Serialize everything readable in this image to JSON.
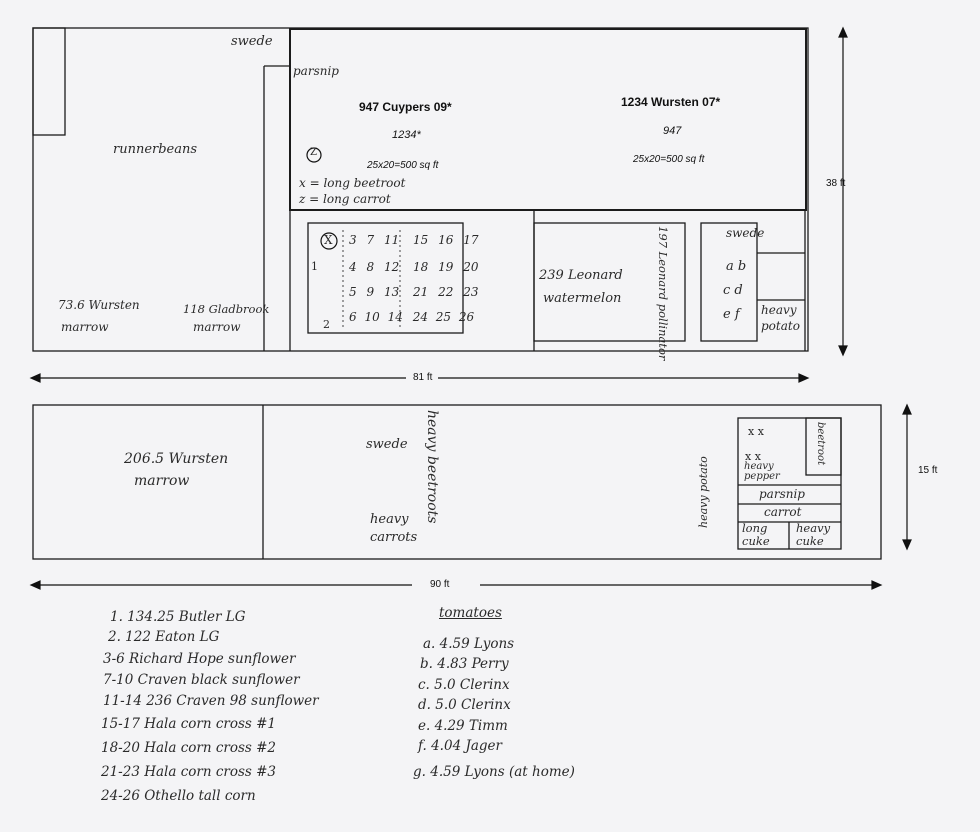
{
  "top_plot": {
    "swede_top": "swede",
    "parsnip": "parsnip",
    "runnerbeans": "runnerbeans",
    "marrow_left_1": "73.6 Wursten",
    "marrow_left_2": "marrow",
    "marrow_right_1": "118 Gladbrook",
    "marrow_right_2": "marrow",
    "plot_a_title": "947 Cuypers 09*",
    "plot_a_sub": "1234*",
    "plot_a_size": "25x20=500 sq ft",
    "plot_b_title": "1234 Wursten 07*",
    "plot_b_sub": "947",
    "plot_b_size": "25x20=500 sq ft",
    "z_mark": "Z",
    "x_key": "x = long beetroot",
    "z_key": "z = long carrot",
    "grid_x": "X",
    "grid_row1": [
      "3",
      "7",
      "11",
      "15",
      "16",
      "17"
    ],
    "grid_row2": [
      "4",
      "8",
      "12",
      "18",
      "19",
      "20"
    ],
    "grid_row3": [
      "5",
      "9",
      "13",
      "21",
      "22",
      "23"
    ],
    "grid_row4": [
      "6",
      "10",
      "14",
      "24",
      "25",
      "26"
    ],
    "grid_side_1": "1",
    "grid_side_2": "2",
    "watermelon_1": "239 Leonard",
    "watermelon_2": "watermelon",
    "pollinator": "197 Leonard pollinator",
    "swede_box": "swede",
    "tom_ab": "a  b",
    "tom_cd": "c  d",
    "tom_ef": "e  f",
    "heavy_potato_1": "heavy",
    "heavy_potato_2": "potato",
    "dim_height": "38 ft",
    "dim_width": "81 ft"
  },
  "bottom_plot": {
    "marrow_1": "206.5 Wursten",
    "marrow_2": "marrow",
    "swede": "swede",
    "heavy_beetroots": "heavy beetroots",
    "heavy_carrots_1": "heavy",
    "heavy_carrots_2": "carrots",
    "heavy_potato": "heavy potato",
    "x_row1": "x  x",
    "x_row2": "x  x",
    "beetroot": "beetroot",
    "heavy_pepper_1": "heavy",
    "heavy_pepper_2": "pepper",
    "parsnip": "parsnip",
    "carrot": "carrot",
    "long_cuke_1": "long",
    "long_cuke_2": "cuke",
    "heavy_cuke_1": "heavy",
    "heavy_cuke_2": "cuke",
    "dim_height": "15 ft",
    "dim_width": "90 ft"
  },
  "legend_left": [
    "1.   134.25 Butler  LG",
    "2.   122 Eaton  LG",
    "3-6   Richard Hope sunflower",
    "7-10   Craven black sunflower",
    "11-14   236 Craven 98 sunflower",
    "15-17   Hala corn cross #1",
    "18-20   Hala corn cross #2",
    "21-23   Hala corn cross #3",
    "24-26   Othello tall corn"
  ],
  "legend_right_title": "tomatoes",
  "legend_right": [
    "a.  4.59 Lyons",
    "b.  4.83 Perry",
    "c.  5.0 Clerinx",
    "d.  5.0 Clerinx",
    "e.  4.29 Timm",
    "f.  4.04 Jager",
    "g.  4.59 Lyons  (at home)"
  ]
}
